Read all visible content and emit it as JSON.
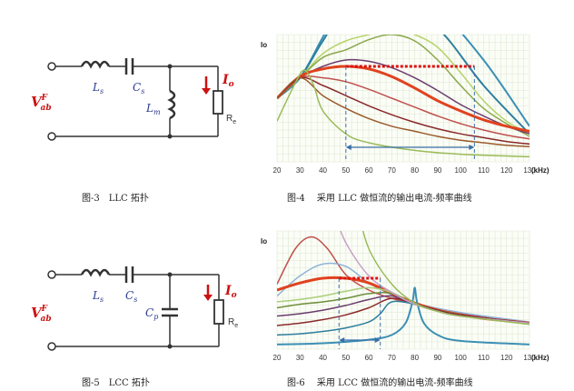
{
  "figures": {
    "fig3": {
      "caption": "图-3　LLC 拓扑"
    },
    "fig4": {
      "caption": "图-4　 采用 LLC 做恒流的输出电流-频率曲线"
    },
    "fig5": {
      "caption": "图-5　LCC 拓扑"
    },
    "fig6": {
      "caption": "图-6　 采用 LCC 做恒流的输出电流-频率曲线"
    }
  },
  "llc_circuit": {
    "source_label": "V",
    "source_sup": "F",
    "source_sub": "ab",
    "ls_main": "L",
    "ls_sub": "s",
    "cs_main": "C",
    "cs_sub": "s",
    "lm_main": "L",
    "lm_sub": "m",
    "io_main": "I",
    "io_sub": "o",
    "re_main": "R",
    "re_sub": "e"
  },
  "lcc_circuit": {
    "source_label": "V",
    "source_sup": "F",
    "source_sub": "ab",
    "ls_main": "L",
    "ls_sub": "s",
    "cs_main": "C",
    "cs_sub": "s",
    "cp_main": "C",
    "cp_sub": "p",
    "io_main": "I",
    "io_sub": "o",
    "re_main": "R",
    "re_sub": "e"
  },
  "colors": {
    "wire": "#333333",
    "source_label": "#cc1111",
    "component_label": "#2b3a8c",
    "current_arrow": "#cc1111",
    "grid": "#dfe8d2",
    "range_arrow": "#3a6fa8",
    "dashed_marker": "#3a6fa8",
    "cc_line": "#dd1111"
  },
  "chart_data": [
    {
      "type": "line",
      "ylabel": "Io",
      "xunit": "(kHz)",
      "xticks": [
        20,
        30,
        40,
        50,
        60,
        70,
        80,
        90,
        100,
        110,
        120,
        130
      ],
      "xlim": [
        20,
        130
      ],
      "ylim": [
        0,
        1
      ],
      "grid": true,
      "constant_current_level": 0.75,
      "constant_current_range": [
        50,
        106
      ],
      "series": [
        {
          "color": "#3b8fb5",
          "width": 2,
          "values": [
            [
              20,
              0.5
            ],
            [
              30,
              0.66
            ],
            [
              40,
              0.98
            ],
            [
              50,
              1.3
            ],
            [
              70,
              1.4
            ],
            [
              90,
              1.2
            ],
            [
              110,
              0.8
            ],
            [
              130,
              0.28
            ]
          ]
        },
        {
          "color": "#2c7f9e",
          "width": 2,
          "values": [
            [
              20,
              0.5
            ],
            [
              30,
              0.66
            ],
            [
              40,
              0.95
            ],
            [
              50,
              1.2
            ],
            [
              70,
              1.25
            ],
            [
              90,
              1.05
            ],
            [
              110,
              0.6
            ],
            [
              130,
              0.22
            ]
          ]
        },
        {
          "color": "#b7d36a",
          "width": 1.5,
          "values": [
            [
              20,
              0.5
            ],
            [
              30,
              0.66
            ],
            [
              40,
              0.85
            ],
            [
              50,
              0.95
            ],
            [
              60,
              1.0
            ],
            [
              70,
              1.05
            ],
            [
              80,
              1.0
            ],
            [
              90,
              0.9
            ],
            [
              100,
              0.7
            ],
            [
              110,
              0.48
            ],
            [
              120,
              0.32
            ],
            [
              130,
              0.22
            ]
          ]
        },
        {
          "color": "#8aa84a",
          "width": 1.5,
          "values": [
            [
              20,
              0.5
            ],
            [
              30,
              0.66
            ],
            [
              40,
              0.82
            ],
            [
              50,
              0.88
            ],
            [
              60,
              0.96
            ],
            [
              70,
              1.0
            ],
            [
              80,
              0.95
            ],
            [
              90,
              0.8
            ],
            [
              100,
              0.6
            ],
            [
              110,
              0.42
            ],
            [
              120,
              0.3
            ],
            [
              130,
              0.2
            ]
          ]
        },
        {
          "color": "#6b3d6e",
          "width": 1.5,
          "values": [
            [
              20,
              0.5
            ],
            [
              30,
              0.66
            ],
            [
              40,
              0.75
            ],
            [
              50,
              0.8
            ],
            [
              60,
              0.79
            ],
            [
              70,
              0.74
            ],
            [
              80,
              0.66
            ],
            [
              90,
              0.56
            ],
            [
              100,
              0.45
            ],
            [
              110,
              0.36
            ],
            [
              120,
              0.28
            ],
            [
              130,
              0.22
            ]
          ]
        },
        {
          "color": "#e0421e",
          "width": 3,
          "values": [
            [
              20,
              0.5
            ],
            [
              30,
              0.67
            ],
            [
              40,
              0.73
            ],
            [
              50,
              0.75
            ],
            [
              60,
              0.73
            ],
            [
              70,
              0.67
            ],
            [
              80,
              0.58
            ],
            [
              90,
              0.48
            ],
            [
              100,
              0.4
            ],
            [
              110,
              0.33
            ],
            [
              120,
              0.28
            ],
            [
              130,
              0.24
            ]
          ]
        },
        {
          "color": "#c0504d",
          "width": 1.5,
          "values": [
            [
              20,
              0.5
            ],
            [
              30,
              0.66
            ],
            [
              40,
              0.66
            ],
            [
              50,
              0.63
            ],
            [
              60,
              0.57
            ],
            [
              70,
              0.5
            ],
            [
              80,
              0.43
            ],
            [
              90,
              0.36
            ],
            [
              100,
              0.3
            ],
            [
              110,
              0.25
            ],
            [
              120,
              0.21
            ],
            [
              130,
              0.18
            ]
          ]
        },
        {
          "color": "#8a2a2a",
          "width": 1.5,
          "values": [
            [
              20,
              0.5
            ],
            [
              30,
              0.66
            ],
            [
              40,
              0.6
            ],
            [
              50,
              0.52
            ],
            [
              60,
              0.44
            ],
            [
              70,
              0.37
            ],
            [
              80,
              0.31
            ],
            [
              90,
              0.26
            ],
            [
              100,
              0.22
            ],
            [
              110,
              0.19
            ],
            [
              120,
              0.16
            ],
            [
              130,
              0.14
            ]
          ]
        },
        {
          "color": "#9b5a2b",
          "width": 1.5,
          "values": [
            [
              20,
              0.5
            ],
            [
              30,
              0.66
            ],
            [
              40,
              0.52
            ],
            [
              50,
              0.42
            ],
            [
              60,
              0.34
            ],
            [
              70,
              0.28
            ],
            [
              80,
              0.24
            ],
            [
              90,
              0.2
            ],
            [
              100,
              0.17
            ],
            [
              110,
              0.15
            ],
            [
              120,
              0.13
            ],
            [
              130,
              0.12
            ]
          ]
        },
        {
          "color": "#9abb59",
          "width": 1.5,
          "values": [
            [
              20,
              0.32
            ],
            [
              28,
              0.62
            ],
            [
              32,
              0.72
            ],
            [
              36,
              0.6
            ],
            [
              40,
              0.4
            ],
            [
              50,
              0.22
            ],
            [
              60,
              0.15
            ],
            [
              80,
              0.09
            ],
            [
              100,
              0.06
            ],
            [
              130,
              0.04
            ]
          ]
        }
      ]
    },
    {
      "type": "line",
      "ylabel": "Io",
      "xunit": "(kHz)",
      "xticks": [
        20,
        30,
        40,
        50,
        60,
        70,
        80,
        90,
        100,
        110,
        120,
        130
      ],
      "xlim": [
        20,
        130
      ],
      "ylim": [
        0,
        1
      ],
      "grid": true,
      "constant_current_level": 0.6,
      "constant_current_range": [
        47,
        65
      ],
      "series": [
        {
          "color": "#c0504d",
          "width": 1.5,
          "values": [
            [
              20,
              0.55
            ],
            [
              28,
              0.85
            ],
            [
              35,
              0.95
            ],
            [
              42,
              0.85
            ],
            [
              50,
              0.63
            ],
            [
              60,
              0.5
            ],
            [
              70,
              0.43
            ],
            [
              80,
              0.38
            ],
            [
              90,
              0.34
            ],
            [
              100,
              0.3
            ],
            [
              110,
              0.27
            ],
            [
              120,
              0.24
            ],
            [
              130,
              0.22
            ]
          ]
        },
        {
          "color": "#8fb4d9",
          "width": 1.5,
          "values": [
            [
              20,
              0.45
            ],
            [
              30,
              0.62
            ],
            [
              40,
              0.72
            ],
            [
              50,
              0.7
            ],
            [
              60,
              0.56
            ],
            [
              70,
              0.46
            ],
            [
              80,
              0.39
            ],
            [
              100,
              0.31
            ],
            [
              130,
              0.23
            ]
          ]
        },
        {
          "color": "#e0421e",
          "width": 3,
          "values": [
            [
              20,
              0.5
            ],
            [
              30,
              0.56
            ],
            [
              40,
              0.6
            ],
            [
              50,
              0.6
            ],
            [
              60,
              0.56
            ],
            [
              70,
              0.47
            ],
            [
              80,
              0.39
            ],
            [
              90,
              0.33
            ],
            [
              100,
              0.29
            ],
            [
              110,
              0.26
            ],
            [
              120,
              0.24
            ],
            [
              130,
              0.22
            ]
          ]
        },
        {
          "color": "#a9cf7a",
          "width": 1.5,
          "values": [
            [
              20,
              0.4
            ],
            [
              30,
              0.42
            ],
            [
              40,
              0.45
            ],
            [
              50,
              0.49
            ],
            [
              60,
              0.52
            ],
            [
              70,
              0.48
            ],
            [
              80,
              0.38
            ],
            [
              90,
              0.33
            ],
            [
              100,
              0.29
            ],
            [
              110,
              0.26
            ],
            [
              130,
              0.22
            ]
          ]
        },
        {
          "color": "#6e8e3a",
          "width": 1.5,
          "values": [
            [
              20,
              0.35
            ],
            [
              30,
              0.38
            ],
            [
              40,
              0.4
            ],
            [
              50,
              0.43
            ],
            [
              60,
              0.47
            ],
            [
              70,
              0.47
            ],
            [
              80,
              0.38
            ],
            [
              90,
              0.33
            ],
            [
              100,
              0.29
            ],
            [
              110,
              0.26
            ],
            [
              130,
              0.22
            ]
          ]
        },
        {
          "color": "#6b3d6e",
          "width": 1.5,
          "values": [
            [
              20,
              0.28
            ],
            [
              30,
              0.3
            ],
            [
              40,
              0.33
            ],
            [
              50,
              0.37
            ],
            [
              60,
              0.42
            ],
            [
              70,
              0.45
            ],
            [
              80,
              0.38
            ],
            [
              90,
              0.33
            ],
            [
              100,
              0.29
            ],
            [
              130,
              0.22
            ]
          ]
        },
        {
          "color": "#8a2a2a",
          "width": 1.5,
          "values": [
            [
              20,
              0.2
            ],
            [
              30,
              0.22
            ],
            [
              40,
              0.25
            ],
            [
              50,
              0.29
            ],
            [
              60,
              0.35
            ],
            [
              70,
              0.43
            ],
            [
              80,
              0.38
            ],
            [
              90,
              0.33
            ],
            [
              100,
              0.29
            ],
            [
              130,
              0.22
            ]
          ]
        },
        {
          "color": "#2c7f9e",
          "width": 1.5,
          "values": [
            [
              20,
              0.12
            ],
            [
              30,
              0.13
            ],
            [
              40,
              0.15
            ],
            [
              50,
              0.18
            ],
            [
              60,
              0.23
            ],
            [
              65,
              0.3
            ],
            [
              70,
              0.4
            ],
            [
              80,
              0.38
            ],
            [
              90,
              0.32
            ],
            [
              100,
              0.28
            ],
            [
              130,
              0.22
            ]
          ]
        },
        {
          "color": "#3b8fb5",
          "width": 2,
          "values": [
            [
              20,
              0.04
            ],
            [
              40,
              0.05
            ],
            [
              60,
              0.08
            ],
            [
              70,
              0.12
            ],
            [
              76,
              0.22
            ],
            [
              79,
              0.4
            ],
            [
              80,
              0.52
            ],
            [
              81,
              0.4
            ],
            [
              84,
              0.22
            ],
            [
              90,
              0.12
            ],
            [
              100,
              0.07
            ],
            [
              130,
              0.04
            ]
          ]
        },
        {
          "color": "#c8a0c8",
          "width": 1.5,
          "values": [
            [
              44,
              1.2
            ],
            [
              50,
              0.9
            ],
            [
              60,
              0.62
            ],
            [
              70,
              0.48
            ],
            [
              80,
              0.38
            ],
            [
              90,
              0.32
            ],
            [
              100,
              0.28
            ],
            [
              130,
              0.22
            ]
          ]
        },
        {
          "color": "#9abb59",
          "width": 1.5,
          "values": [
            [
              55,
              1.2
            ],
            [
              60,
              0.85
            ],
            [
              70,
              0.55
            ],
            [
              80,
              0.39
            ],
            [
              90,
              0.32
            ],
            [
              100,
              0.28
            ],
            [
              130,
              0.21
            ]
          ]
        }
      ]
    }
  ]
}
